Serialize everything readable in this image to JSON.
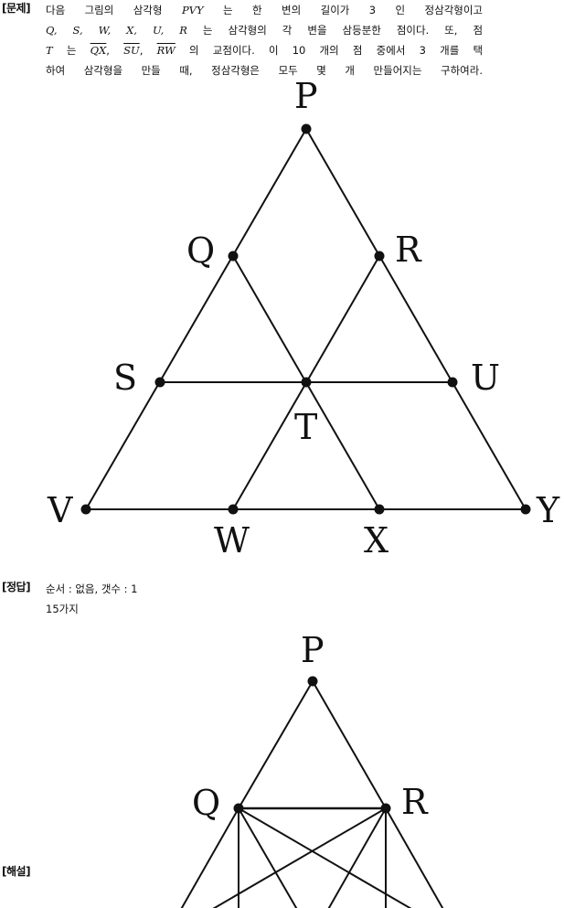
{
  "problem": {
    "tag": "[문제]",
    "line1": [
      "다음 그림의 삼각형",
      "PVY",
      "는 한 변의 길이가 3 인 정삼각형이고"
    ],
    "line2_vars": [
      "Q,",
      "S,",
      "W,",
      "X,",
      "U,",
      "R"
    ],
    "line2_tail": "는 삼각형의 각 변을 삼등분한 점이다. 또, 점",
    "line3_t": "T",
    "line3_mid": "는",
    "line3_segs": [
      "QX",
      "SU",
      "RW"
    ],
    "line3_tail": "의 교점이다. 이 10 개의 점 중에서 3 개를 택",
    "line4": "하여 삼각형을 만들 때, 정삼각형은 모두 몇 개 만들어지는 구하여라."
  },
  "figure1": {
    "labels": {
      "P": "P",
      "Q": "Q",
      "R": "R",
      "S": "S",
      "U": "U",
      "T": "T",
      "V": "V",
      "Y": "Y",
      "W": "W",
      "X": "X"
    }
  },
  "answer": {
    "tag": "[정답]",
    "line1": "순서 : 없음,   갯수 : 1",
    "line2": "15가지"
  },
  "solution": {
    "tag": "[해설]"
  },
  "figure2": {
    "labels": {
      "P": "P",
      "Q": "Q",
      "R": "R"
    }
  }
}
